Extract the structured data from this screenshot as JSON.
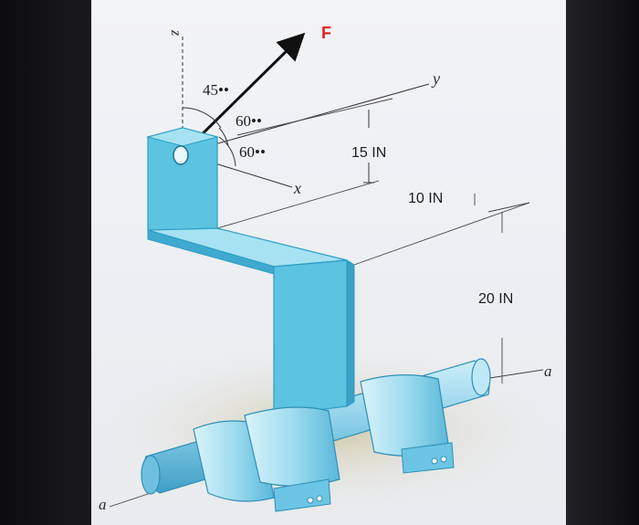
{
  "figure": {
    "force_label": "F",
    "axis_z": "z",
    "axis_y": "y",
    "axis_x": "x",
    "axis_a_left": "a",
    "axis_a_right": "a",
    "angle_45": "45••",
    "angle_60_upper": "60••",
    "angle_60_lower": "60••",
    "dim_15": "15 IN",
    "dim_10": "10 IN",
    "dim_20": "20 IN"
  },
  "colors": {
    "bracket_face": "#5cc3e0",
    "bracket_edge": "#2a9fc4",
    "bracket_light": "#a6e2f2",
    "pipe": "#8fd1ea",
    "pipe_dark": "#4fb0d4",
    "force_red": "#e0221e",
    "shadow": "#d6d1b0"
  }
}
